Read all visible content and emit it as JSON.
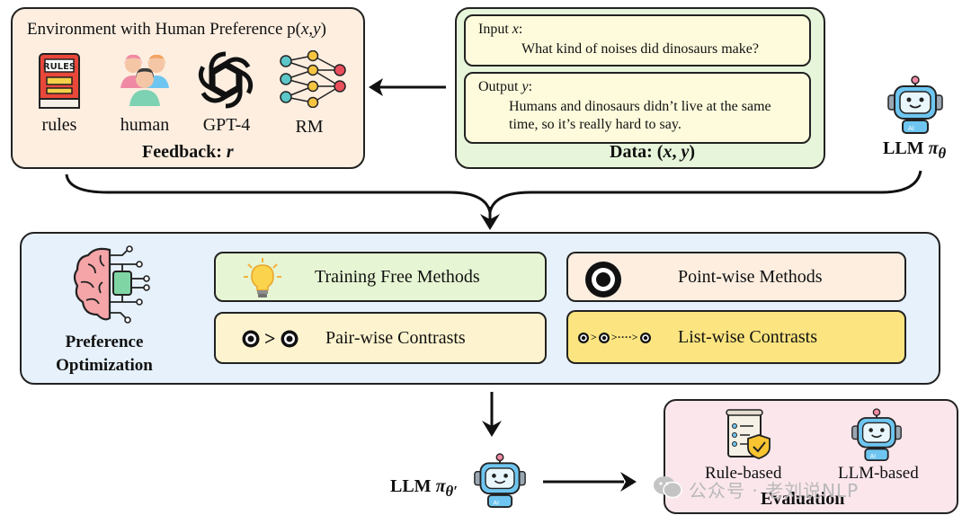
{
  "environment": {
    "title": "Environment with Human Preference p(",
    "title_x": "x",
    "title_comma": ",",
    "title_y": "y",
    "title_close": ")",
    "sources": [
      {
        "label": "rules",
        "icon": "rules-book-icon"
      },
      {
        "label": "human",
        "icon": "human-group-icon"
      },
      {
        "label": "GPT-4",
        "icon": "openai-logo-icon"
      },
      {
        "label": "RM",
        "icon": "reward-model-network-icon"
      }
    ],
    "feedback_label": "Feedback: ",
    "feedback_var": "r"
  },
  "data": {
    "input_label": "Input ",
    "input_var": "x",
    "input_text": "What kind of noises did dinosaurs make?",
    "output_label": "Output ",
    "output_var": "y",
    "output_text_line1": "Humans and dinosaurs didn’t live at the same",
    "output_text_line2": "time, so it’s really hard to say.",
    "caption": "Data: (",
    "caption_x": "x",
    "caption_comma": ", ",
    "caption_y": "y",
    "caption_close": ")"
  },
  "llm_top": {
    "label": "LLM ",
    "symbol": "π",
    "subscript": "θ"
  },
  "preference_optimization": {
    "label_line1": "Preference",
    "label_line2": "Optimization",
    "methods": [
      {
        "label": "Training Free Methods",
        "icon": "lightbulb-icon"
      },
      {
        "label": "Point-wise Methods",
        "icon": "target-icon"
      },
      {
        "label": "Pair-wise Contrasts",
        "icon": "pair-compare-icon",
        "icon_sep": ">"
      },
      {
        "label": "List-wise Contrasts",
        "icon": "list-compare-icon",
        "icon_sep1": ">",
        "icon_sep2": ">····>"
      }
    ]
  },
  "llm_bottom": {
    "label": "LLM ",
    "symbol": "π",
    "subscript": "θ′"
  },
  "evaluation": {
    "rule_based": "Rule-based",
    "llm_based": "LLM-based",
    "caption": "Evaluation"
  },
  "watermark": "公众号 · 老刘说NLP",
  "colors": {
    "environment_bg": "#fdeee0",
    "data_bg": "#e7f6da",
    "card_bg": "#fdfbdc",
    "po_bg": "#e6f1fb",
    "training_free_bg": "#e6f5d3",
    "point_wise_bg": "#fdeee0",
    "pair_wise_bg": "#fdf4cf",
    "list_wise_bg": "#fce580",
    "evaluation_bg": "#fbe6ec",
    "robot_blue": "#6ec6f0"
  }
}
